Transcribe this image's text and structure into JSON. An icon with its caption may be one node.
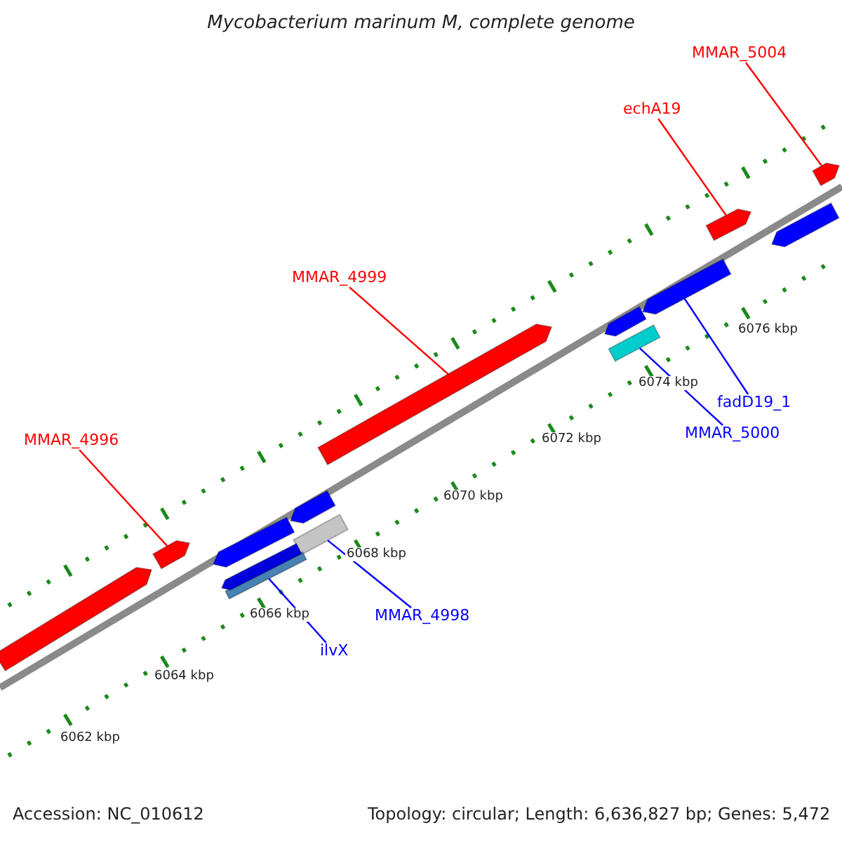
{
  "diagram": {
    "title": "Mycobacterium marinum M, complete genome",
    "nodes": [
      {
        "text": [
          "MMAR_5004"
        ]
      },
      {
        "text": [],
        "shape": "pentagon"
      },
      {
        "text": [
          "echA19"
        ]
      },
      {
        "text": [],
        "shape": "pentagon"
      },
      {
        "text": [
          "MMAR_4999"
        ]
      },
      {
        "text": [],
        "shape": "pentagon"
      },
      {
        "text": [
          "MMAR_4996"
        ]
      },
      {
        "text": [],
        "shape": "pentagon"
      },
      {
        "text": [
          "MMAR_4998"
        ]
      },
      {
        "text": [],
        "shape": "bar"
      },
      {
        "text": [
          "ilvX"
        ]
      },
      {
        "text": [],
        "shape": "bar"
      },
      {
        "text": [
          "MMAR_5000"
        ]
      },
      {
        "text": [],
        "shape": "bar"
      },
      {
        "text": [
          "fadD19_1"
        ]
      },
      {
        "text": [],
        "shape": "pentagon"
      },
      {
        "text": [],
        "shape": "pentagon"
      },
      {
        "text": [],
        "shape": "pentagon"
      },
      {
        "text": [],
        "shape": "pentagon"
      },
      {
        "text": [],
        "shape": "pentagon"
      },
      {
        "text": [],
        "shape": "pentagon"
      },
      {
        "text": [],
        "shape": "pentagon"
      }
    ],
    "edges": [
      {
        "from": 0,
        "to": 1,
        "arrow": "none",
        "color": "#ff0000"
      },
      {
        "from": 2,
        "to": 3,
        "arrow": "none",
        "color": "#ff0000"
      },
      {
        "from": 4,
        "to": 5,
        "arrow": "none",
        "color": "#ff0000"
      },
      {
        "from": 6,
        "to": 7,
        "arrow": "none",
        "color": "#ff0000"
      },
      {
        "from": 8,
        "to": 9,
        "arrow": "none",
        "color": "#0000ff"
      },
      {
        "from": 10,
        "to": 11,
        "arrow": "none",
        "color": "#0000ff"
      },
      {
        "from": 12,
        "to": 13,
        "arrow": "none",
        "color": "#0000ff"
      },
      {
        "from": 14,
        "to": 15,
        "arrow": "none",
        "color": "#0000ff"
      }
    ],
    "labels": [
      "6076 kbp",
      "6074 kbp",
      "6072 kbp",
      "6070 kbp",
      "6068 kbp",
      "6066 kbp",
      "6064 kbp",
      "6062 kbp",
      "Accession: NC_010612",
      "Topology: circular; Length: 6,636,827 bp; Genes: 5,472"
    ]
  }
}
